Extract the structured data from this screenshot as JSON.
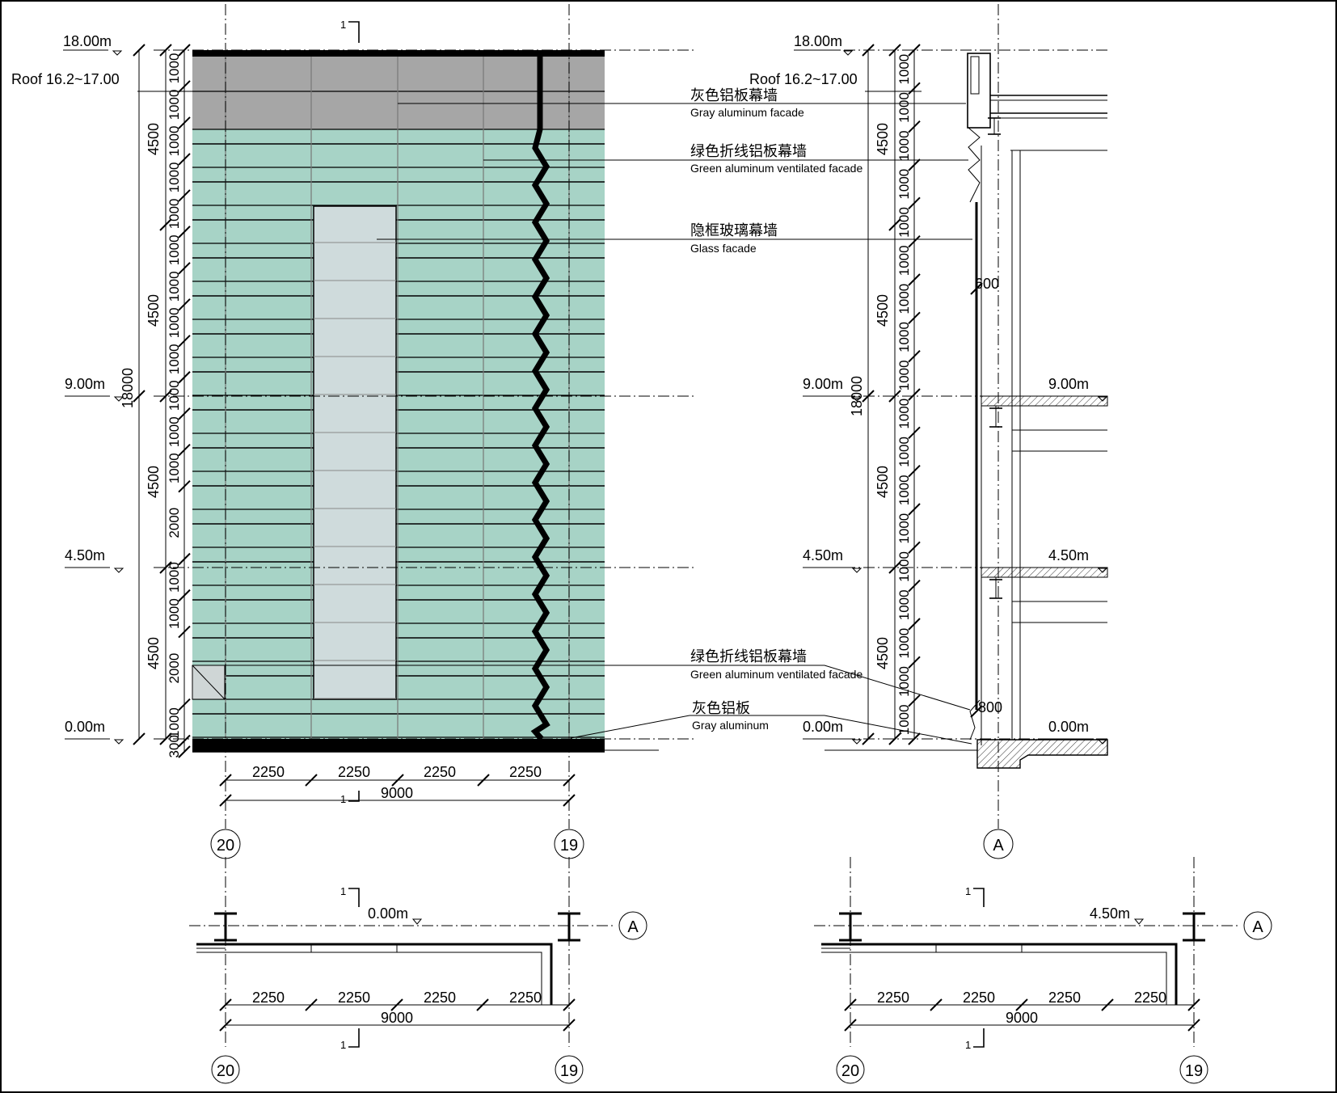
{
  "elevation": {
    "levels": [
      {
        "label": "18.00m"
      },
      {
        "label": "9.00m"
      },
      {
        "label": "4.50m"
      },
      {
        "label": "0.00m"
      }
    ],
    "roof_label": "Roof 16.2~17.00",
    "section_mark": "1",
    "overall_height": "18000",
    "segment_dims": [
      "4500",
      "4500",
      "4500",
      "4500"
    ],
    "panel_dims_top_to_bottom": [
      "1000",
      "1000",
      "1000",
      "1000",
      "1000",
      "1000",
      "1000",
      "1000",
      "1000",
      "1000",
      "1000",
      "1000",
      "2000",
      "1000",
      "1000",
      "2000",
      "1000",
      "300"
    ],
    "bay_dims": [
      "2250",
      "2250",
      "2250",
      "2250"
    ],
    "total_width": "9000",
    "axis_left": "20",
    "axis_right": "19",
    "colors": {
      "gray_panel": "#a6a6a6",
      "green_panel": "#a7d3c6",
      "glass_panel": "#cfdbdc",
      "edge": "#000000"
    }
  },
  "callouts": [
    {
      "cn": "灰色铝板幕墙",
      "en": "Gray aluminum  facade"
    },
    {
      "cn": "绿色折线铝板幕墙",
      "en": "Green aluminum ventilated facade"
    },
    {
      "cn": "隐框玻璃幕墙",
      "en": "Glass facade"
    },
    {
      "cn": "绿色折线铝板幕墙",
      "en": "Green aluminum ventilated facade"
    },
    {
      "cn": "灰色铝板",
      "en": "Gray aluminum"
    }
  ],
  "section": {
    "levels": [
      {
        "label": "18.00m"
      },
      {
        "label": "9.00m"
      },
      {
        "label": "4.50m"
      },
      {
        "label": "0.00m"
      }
    ],
    "roof_label": "Roof 16.2~17.00",
    "overall_height": "18000",
    "segment_dims": [
      "4500",
      "4500",
      "4500",
      "4500"
    ],
    "panel_dims_top_to_bottom": [
      "1000",
      "1000",
      "1000",
      "1000",
      "1000",
      "1000",
      "1000",
      "1000",
      "1000",
      "1000",
      "1000",
      "1000",
      "1000",
      "1000",
      "1000",
      "1000",
      "1000",
      "1000"
    ],
    "offset_top": "600",
    "offset_bottom": "800",
    "floor_labels": [
      "9.00m",
      "4.50m",
      "0.00m"
    ],
    "axis": "A"
  },
  "plans": [
    {
      "level": "0.00m",
      "section_mark": "1",
      "bay_dims": [
        "2250",
        "2250",
        "2250",
        "2250"
      ],
      "total_width": "9000",
      "axis_left": "20",
      "axis_right": "19",
      "axis_row": "A"
    },
    {
      "level": "4.50m",
      "section_mark": "1",
      "bay_dims": [
        "2250",
        "2250",
        "2250",
        "2250"
      ],
      "total_width": "9000",
      "axis_left": "20",
      "axis_right": "19",
      "axis_row": "A"
    }
  ]
}
